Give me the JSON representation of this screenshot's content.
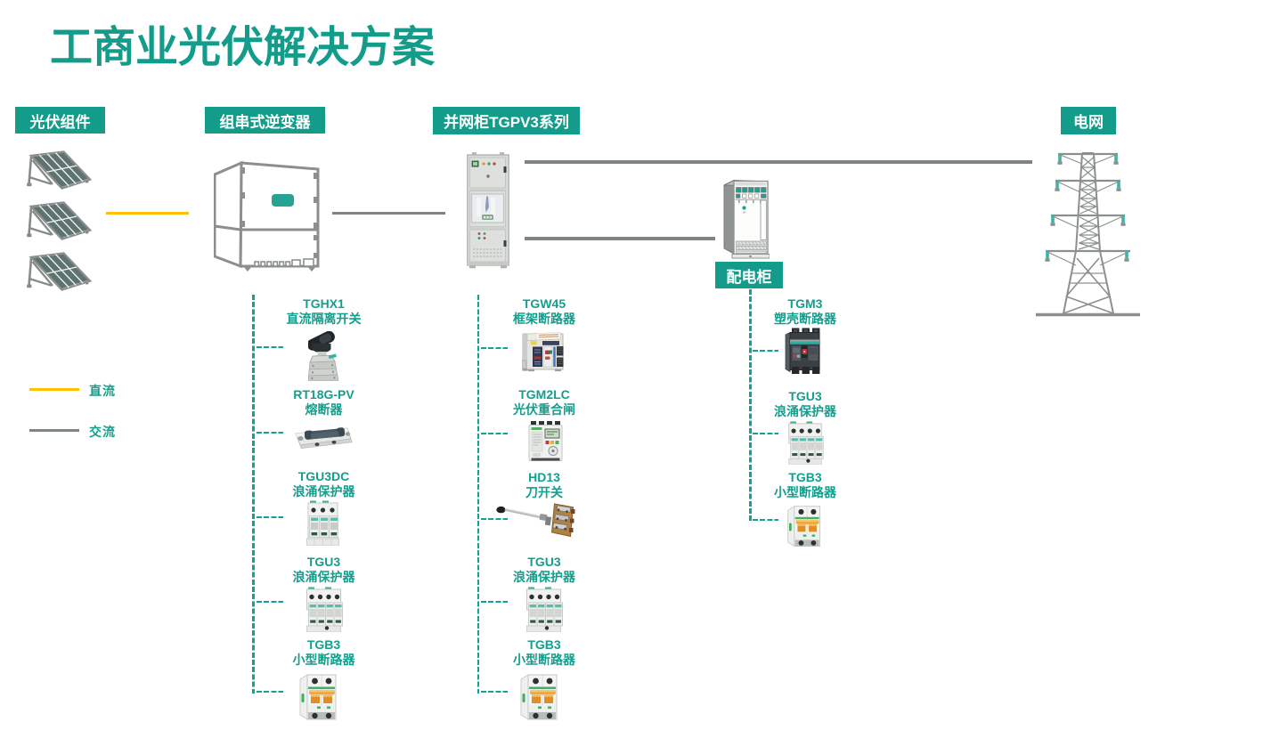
{
  "title": "工商业光伏解决方案",
  "colors": {
    "accent_teal": "#149c8b",
    "dash_teal": "#0ca496",
    "dc_yellow": "#ffc000",
    "ac_gray": "#7f8585",
    "panel_cell": "#5e7370",
    "illustration_gray": "#8b908e"
  },
  "stage_labels": [
    {
      "id": "pv-modules",
      "text": "光伏组件"
    },
    {
      "id": "string-inverter",
      "text": "组串式逆变器"
    },
    {
      "id": "grid-cabinet",
      "text": "并网柜TGPV3系列"
    },
    {
      "id": "distribution-cabinet",
      "text": "配电柜"
    },
    {
      "id": "power-grid",
      "text": "电网"
    }
  ],
  "legend": {
    "items": [
      {
        "id": "dc",
        "label": "直流",
        "color": "#ffc000"
      },
      {
        "id": "ac",
        "label": "交流",
        "color": "#7f8585"
      }
    ]
  },
  "illustration_icons": [
    "solar-panel-icon",
    "string-inverter-icon",
    "grid-cabinet-icon",
    "distribution-cabinet-icon",
    "transmission-tower-icon"
  ],
  "columns": [
    {
      "id": "inverter-column",
      "items": [
        {
          "model": "TGHX1",
          "name": "直流隔离开关",
          "icon": "dc-isolator-switch-icon"
        },
        {
          "model": "RT18G-PV",
          "name": "熔断器",
          "icon": "fuse-holder-icon"
        },
        {
          "model": "TGU3DC",
          "name": "浪涌保护器",
          "icon": "surge-protector-3p-icon"
        },
        {
          "model": "TGU3",
          "name": "浪涌保护器",
          "icon": "surge-protector-4p-icon"
        },
        {
          "model": "TGB3",
          "name": "小型断路器",
          "icon": "mini-circuit-breaker-icon"
        }
      ]
    },
    {
      "id": "grid-cabinet-column",
      "items": [
        {
          "model": "TGW45",
          "name": "框架断路器",
          "icon": "air-circuit-breaker-icon"
        },
        {
          "model": "TGM2LC",
          "name": "光伏重合闸",
          "icon": "pv-recloser-icon"
        },
        {
          "model": "HD13",
          "name": "刀开关",
          "icon": "knife-switch-icon"
        },
        {
          "model": "TGU3",
          "name": "浪涌保护器",
          "icon": "surge-protector-4p-icon"
        },
        {
          "model": "TGB3",
          "name": "小型断路器",
          "icon": "mini-circuit-breaker-icon"
        }
      ]
    },
    {
      "id": "distribution-column",
      "items": [
        {
          "model": "TGM3",
          "name": "塑壳断路器",
          "icon": "molded-case-breaker-icon"
        },
        {
          "model": "TGU3",
          "name": "浪涌保护器",
          "icon": "surge-protector-4p-icon"
        },
        {
          "model": "TGB3",
          "name": "小型断路器",
          "icon": "mini-circuit-breaker-icon"
        }
      ]
    }
  ]
}
